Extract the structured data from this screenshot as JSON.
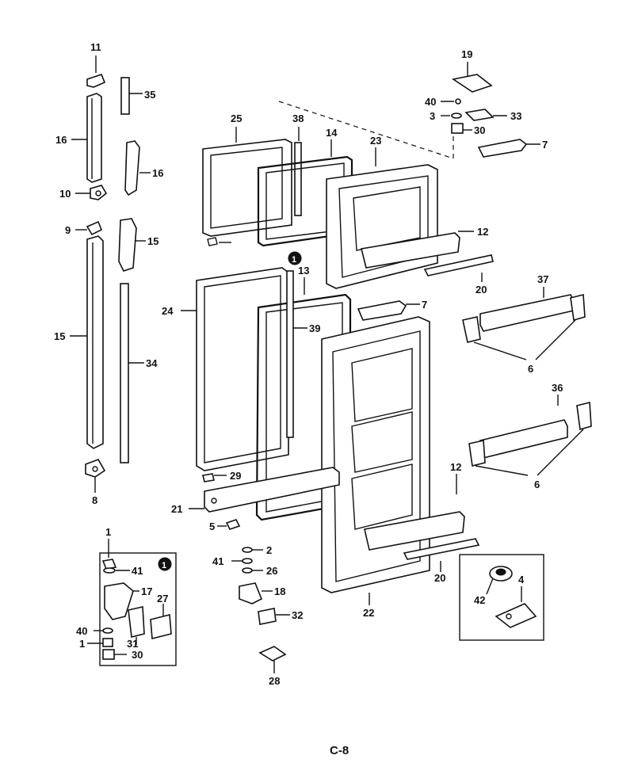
{
  "diagram": {
    "page_label": "C-8",
    "callout_marker": "1",
    "labels": [
      "11",
      "35",
      "16",
      "16",
      "10",
      "9",
      "15",
      "15",
      "34",
      "8",
      "25",
      "38",
      "14",
      "23",
      "19",
      "40",
      "33",
      "3",
      "30",
      "7",
      "12",
      "20",
      "24",
      "13",
      "39",
      "7",
      "37",
      "6",
      "36",
      "12",
      "6",
      "29",
      "21",
      "5",
      "1",
      "41",
      "2",
      "41",
      "26",
      "18",
      "32",
      "17",
      "27",
      "40",
      "31",
      "1",
      "30",
      "28",
      "22",
      "20",
      "42",
      "4"
    ]
  }
}
